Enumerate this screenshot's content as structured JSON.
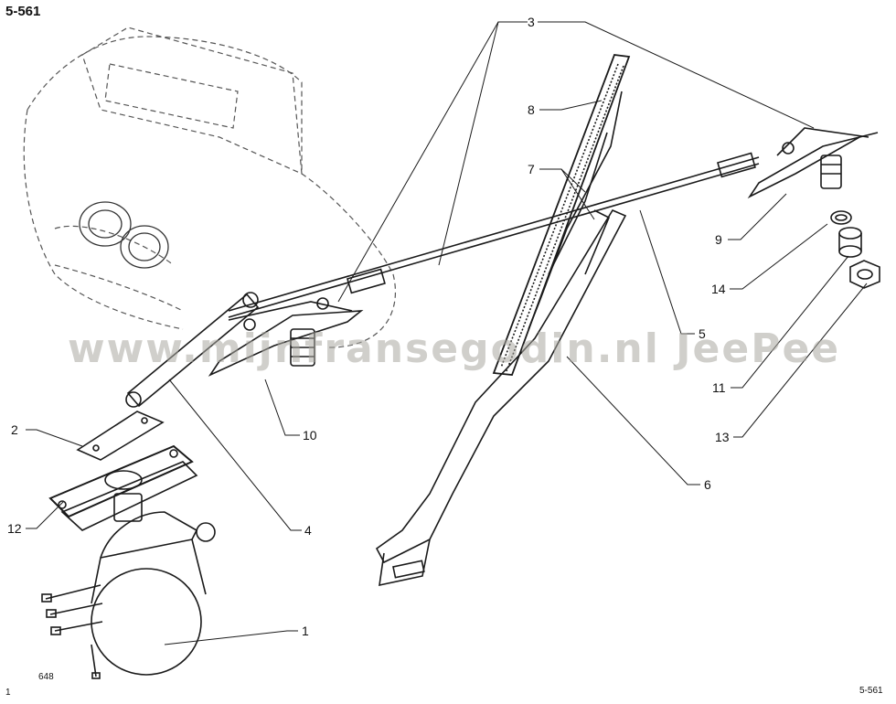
{
  "header": {
    "ref_code": "5-561"
  },
  "footer": {
    "sheet": "1",
    "drawing_no": "648",
    "ref_code": "5-561"
  },
  "watermark": "www.mijnfransegodin.nl  JeePee",
  "callouts": [
    "1",
    "2",
    "3",
    "4",
    "5",
    "6",
    "7",
    "8",
    "9",
    "10",
    "11",
    "12",
    "13",
    "14"
  ],
  "colors": {
    "ink": "#1a1a1a",
    "dashed_car": "#555555",
    "watermark": "#aaa8a0"
  }
}
